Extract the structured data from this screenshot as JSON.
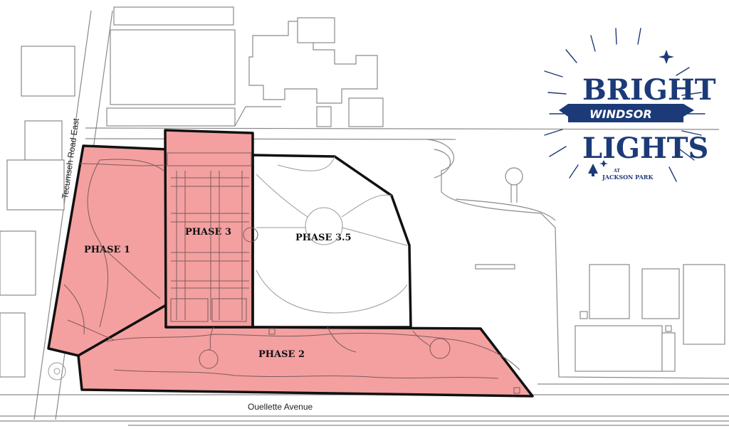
{
  "phases": {
    "phase_1": "PHASE 1",
    "phase_2": "PHASE 2",
    "phase_3": "PHASE 3",
    "phase_3_5": "PHASE 3.5"
  },
  "streets": {
    "tecumseh": "Tecumseh Road East",
    "ouellette": "Ouellette Avenue"
  },
  "logo": {
    "line1": "BRIGHT",
    "ribbon": "WINDSOR",
    "line2": "LIGHTS",
    "at": "AT",
    "park": "JACKSON PARK"
  },
  "colors": {
    "phase_fill": "#f4a0a0",
    "outline": "#111111",
    "logo_blue": "#1c3a78"
  }
}
